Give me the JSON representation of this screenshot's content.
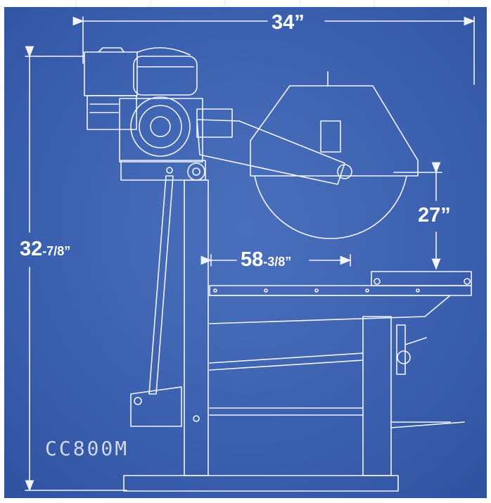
{
  "dimensions": {
    "width_top": {
      "value": "34”"
    },
    "height_total": {
      "main": "32",
      "fraction": "-7/8”"
    },
    "blade_height": {
      "value": "27”"
    },
    "table_length": {
      "main": "58",
      "fraction": "-3/8”"
    }
  },
  "model_label": "CC800M",
  "colors": {
    "blueprint_bg": "#3d63b0",
    "line": "#f2f4fb"
  }
}
